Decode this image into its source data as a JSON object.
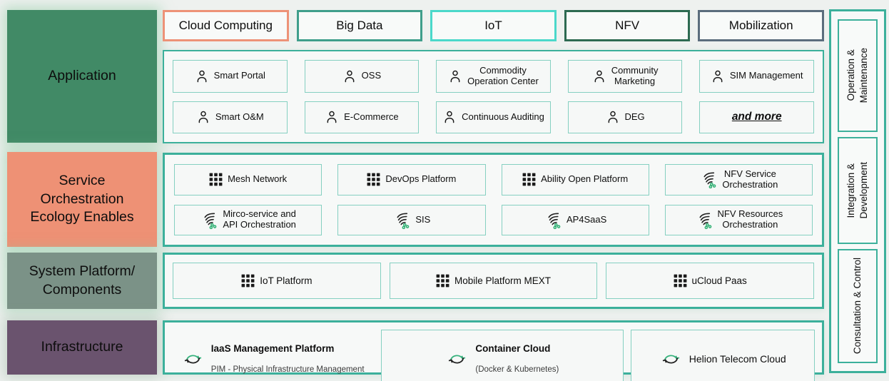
{
  "left_column": {
    "blocks": [
      {
        "label": "Application",
        "color": "#418a66"
      },
      {
        "label": "Service\nOrchestration\nEcology Enables",
        "color": "#ee9175"
      },
      {
        "label": "System Platform/\nComponents",
        "color": "#7b9287"
      },
      {
        "label": "Infrastructure",
        "color": "#6a536e"
      }
    ]
  },
  "top_chips": {
    "items": [
      {
        "label": "Cloud Computing",
        "border_color": "#ed9277"
      },
      {
        "label": "Big Data",
        "border_color": "#3f9e8b"
      },
      {
        "label": "IoT",
        "border_color": "#4bd8ca"
      },
      {
        "label": "NFV",
        "border_color": "#2d6a51"
      },
      {
        "label": "Mobilization",
        "border_color": "#5b6d7d"
      }
    ]
  },
  "application": {
    "items": [
      {
        "label": "Smart Portal",
        "icon": "person-icon"
      },
      {
        "label": "OSS",
        "icon": "person-icon"
      },
      {
        "label": "Commodity\nOperation Center",
        "icon": "person-icon"
      },
      {
        "label": "Community\nMarketing",
        "icon": "person-icon"
      },
      {
        "label": "SIM Management",
        "icon": "person-icon"
      },
      {
        "label": "Smart O&M",
        "icon": "person-icon"
      },
      {
        "label": "E-Commerce",
        "icon": "person-icon"
      },
      {
        "label": "Continuous Auditing",
        "icon": "person-icon"
      },
      {
        "label": "DEG",
        "icon": "person-icon"
      },
      {
        "label": "and more",
        "icon": "none"
      }
    ]
  },
  "services": {
    "items": [
      {
        "label": "Mesh Network",
        "icon": "grid-icon"
      },
      {
        "label": "DevOps Platform",
        "icon": "grid-icon"
      },
      {
        "label": "Ability Open Platform",
        "icon": "grid-icon"
      },
      {
        "label": "NFV Service\nOrchestration",
        "icon": "flow-icon"
      },
      {
        "label": "Mirco-service and\nAPI Orchestration",
        "icon": "flow-icon"
      },
      {
        "label": "SIS",
        "icon": "flow-icon"
      },
      {
        "label": "AP4SaaS",
        "icon": "flow-icon"
      },
      {
        "label": "NFV Resources\nOrchestration",
        "icon": "flow-icon"
      }
    ]
  },
  "system": {
    "items": [
      {
        "label": "IoT Platform",
        "icon": "grid-icon"
      },
      {
        "label": "Mobile Platform MEXT",
        "icon": "grid-icon"
      },
      {
        "label": "uCloud Paas",
        "icon": "grid-icon"
      }
    ]
  },
  "infrastructure": {
    "items": [
      {
        "title": "IaaS Management Platform",
        "subtitle": "PIM - Physical Infrastructure Management",
        "icon": "cloud-sync-icon"
      },
      {
        "title": "Container Cloud",
        "subtitle": "(Docker & Kubernetes)",
        "icon": "cloud-sync-icon"
      },
      {
        "title": "Helion Telecom Cloud",
        "subtitle": "",
        "icon": "cloud-sync-icon"
      }
    ]
  },
  "sidebar": {
    "items": [
      {
        "label": "Operation &\nMaintenance"
      },
      {
        "label": "Integration &\nDevelopment"
      },
      {
        "label": "Consultation & Control"
      }
    ]
  },
  "palette": {
    "container_border": "#3cb09b",
    "item_border": "#85d0c1",
    "container_bg": "#f7f9f8",
    "page_bg": "#eef1ef",
    "accent_green": "#35b27c"
  }
}
